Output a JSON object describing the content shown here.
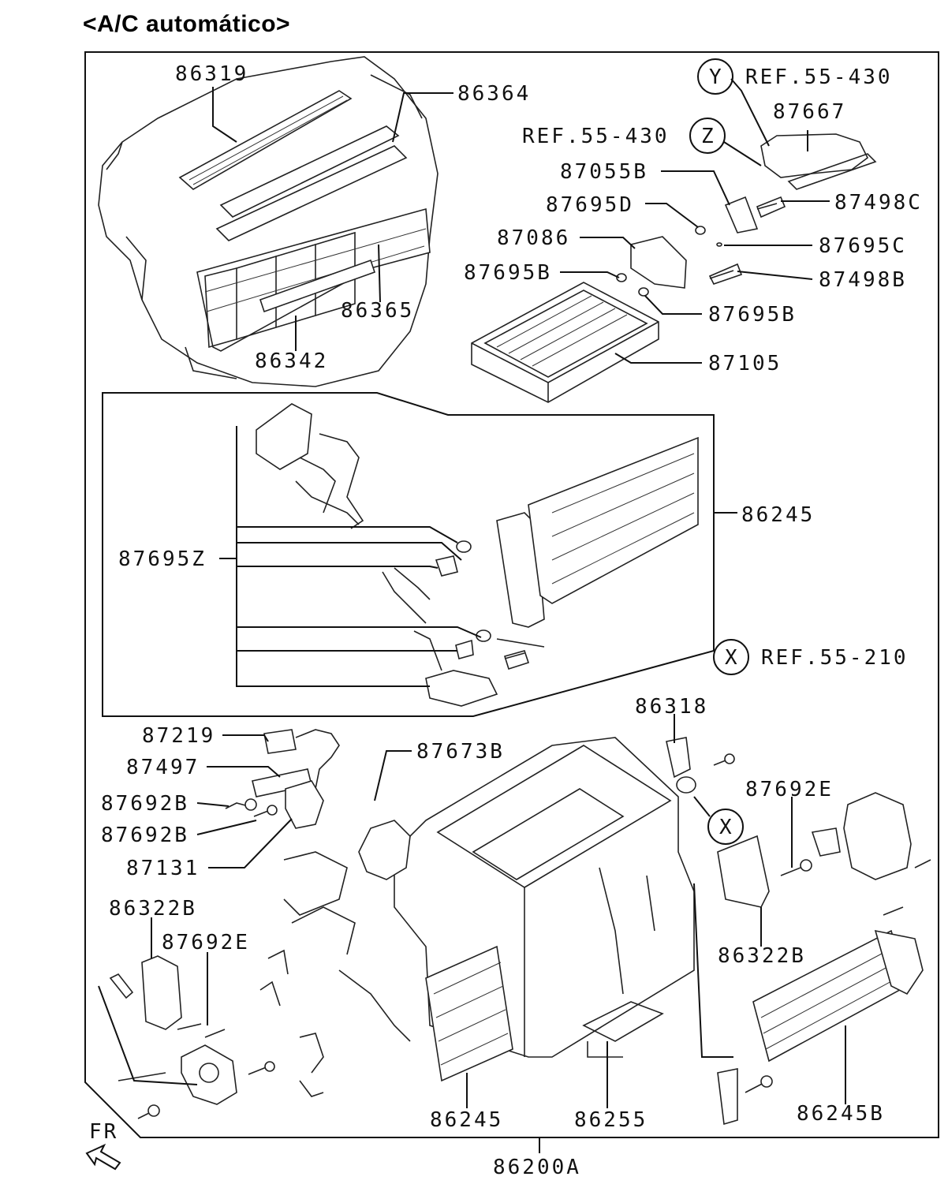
{
  "title": "<A/C automático>",
  "refs": {
    "y_circle": "Y",
    "y_ref": "REF.55-430",
    "z_circle": "Z",
    "z_ref": "REF.55-430",
    "x_circle": "X",
    "x_ref": "REF.55-210",
    "x_marker": "X"
  },
  "parts": {
    "p86319": "86319",
    "p86364": "86364",
    "p86365": "86365",
    "p86342": "86342",
    "p87667": "87667",
    "p87055B": "87055B",
    "p87498C": "87498C",
    "p87695D": "87695D",
    "p87086": "87086",
    "p87695C": "87695C",
    "p87695B_left": "87695B",
    "p87498B": "87498B",
    "p87695B_right": "87695B",
    "p87105": "87105",
    "p86245_top": "86245",
    "p87695Z": "87695Z",
    "p87219": "87219",
    "p87497": "87497",
    "p87673B": "87673B",
    "p86318": "86318",
    "p87692B_a": "87692B",
    "p87692B_b": "87692B",
    "p87131": "87131",
    "p87692E_right": "87692E",
    "p86322B_left": "86322B",
    "p87692E_left": "87692E",
    "p86322B_right": "86322B",
    "p86245_bottom": "86245",
    "p86255": "86255",
    "p86245B": "86245B",
    "p86200A": "86200A"
  },
  "direction": "FR"
}
